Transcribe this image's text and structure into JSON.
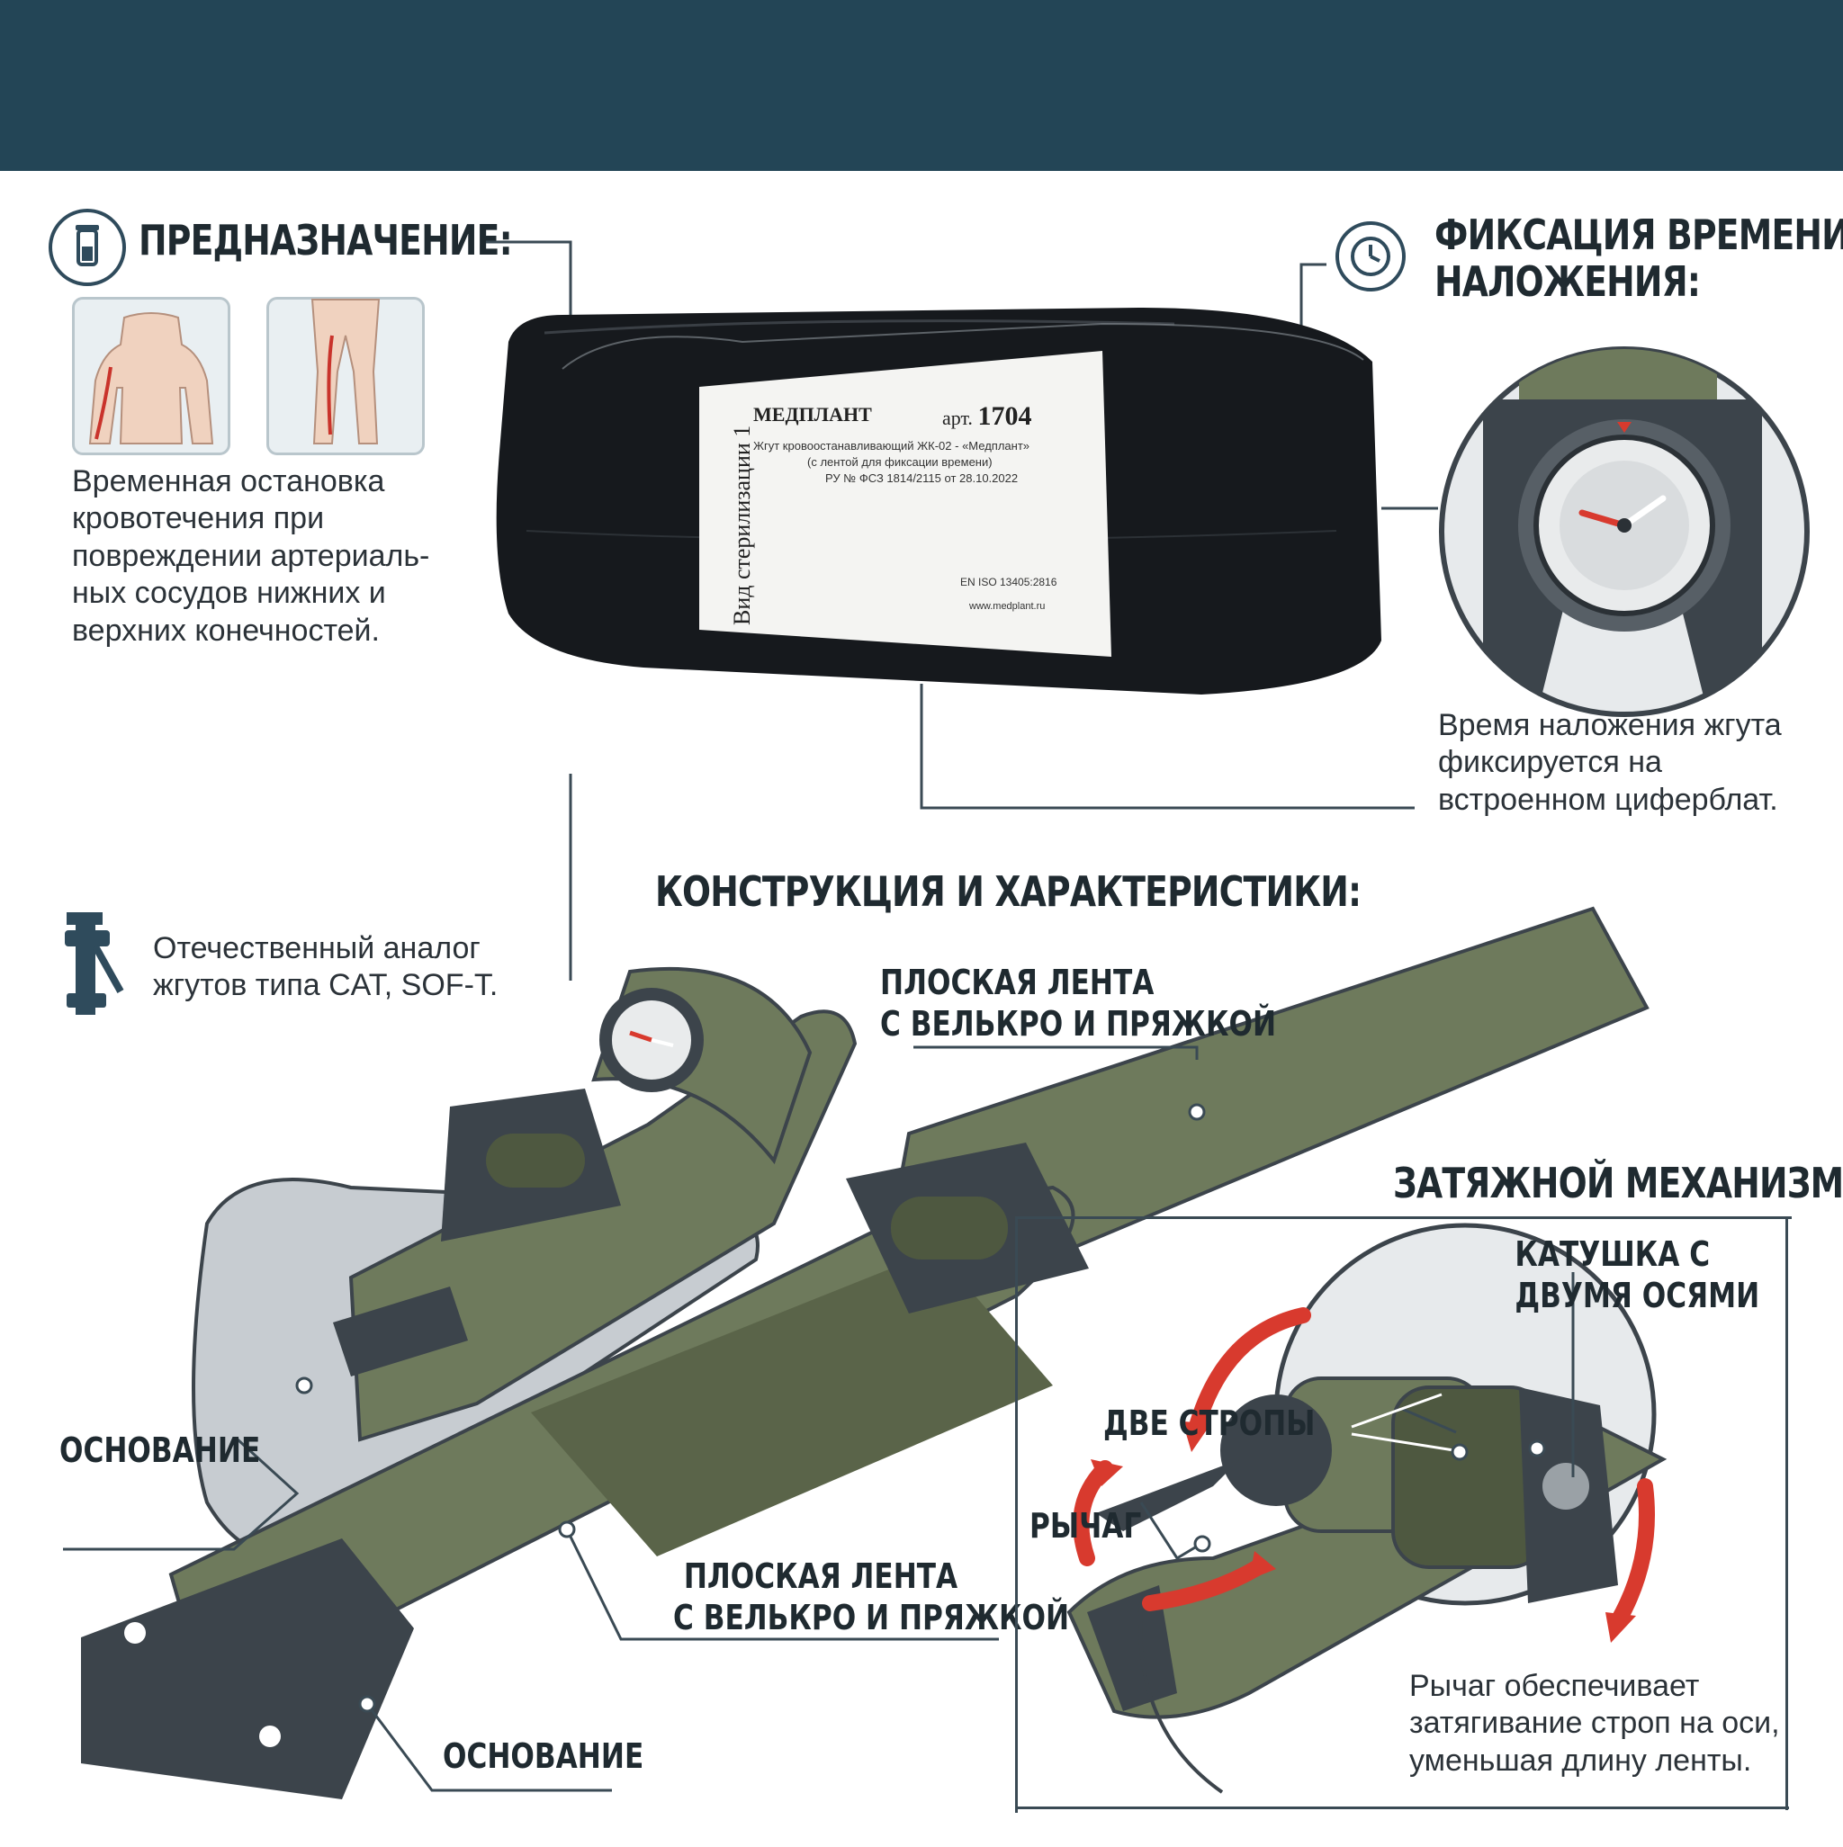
{
  "purpose": {
    "heading": "ПРЕДНАЗНАЧЕНИЕ:",
    "text_lines": [
      "Временная остановка",
      "кровотечения при",
      "повреждении артериаль-",
      "ных сосудов нижних и",
      "верхних конечностей."
    ]
  },
  "time_fix": {
    "heading_lines": [
      "ФИКСАЦИЯ ВРЕМЕНИ",
      "НАЛОЖЕНИЯ:"
    ],
    "text_lines": [
      "Время наложения жгута",
      "фиксируется на",
      "встроенном циферблат."
    ]
  },
  "package_label": {
    "brand": "МЕДПЛАНТ",
    "art_label": "арт.",
    "art_number": "1704",
    "lines": [
      "Жгут кровоостанавливающий ЖК-02 - «Медплант»",
      "(с лентой для фиксации времени)",
      "РУ № ФСЗ 1814/2115 от 28.10.2022"
    ],
    "side_text": "Вид стерилизации 1",
    "iso": "EN ISO 13405:2816",
    "url": "www.medplant.ru"
  },
  "construction": {
    "heading": "КОНСТРУКЦИЯ И ХАРАКТЕРИСТИКИ:",
    "analog_lines": [
      "Отечественный аналог",
      "жгутов типа CAT, SOF-T."
    ],
    "strap_top_lines": [
      "ПЛОСКАЯ ЛЕНТА",
      "С ВЕЛЬКРО И ПРЯЖКОЙ"
    ],
    "strap_bottom_lines": [
      "ПЛОСКАЯ ЛЕНТА",
      "С ВЕЛЬКРО И ПРЯЖКОЙ"
    ],
    "base_left": "ОСНОВАНИЕ",
    "base_bottom": "ОСНОВАНИЕ"
  },
  "mechanism": {
    "heading": "ЗАТЯЖНОЙ МЕХАНИЗМ",
    "spool_lines": [
      "КАТУШКА С",
      "ДВУМЯ ОСЯМИ"
    ],
    "two_straps": "ДВЕ СТРОПЫ",
    "lever": "РЫЧАГ",
    "text_lines": [
      "Рычаг обеспечивает",
      "затягивание строп на оси,",
      "уменьшая длину ленты."
    ]
  },
  "colors": {
    "banner": "#234556",
    "olive": "#6e7a5c",
    "olive_dark": "#4e5840",
    "plastic": "#3c444b",
    "arrow_red": "#d83a2e"
  },
  "icons": [
    "test-tube-icon",
    "clock-icon",
    "tourniquet-icon",
    "body-arm-icon",
    "legs-icon"
  ]
}
